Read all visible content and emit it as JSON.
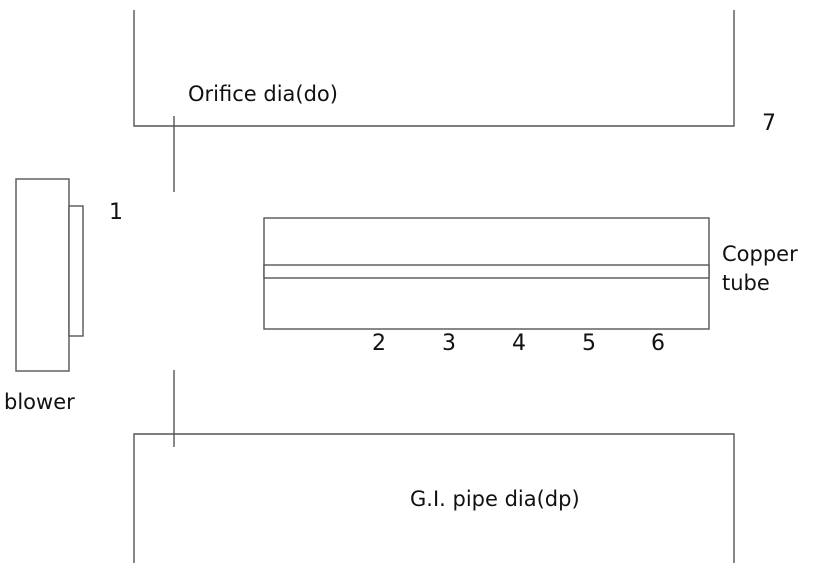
{
  "labels": {
    "orifice": "Orifice dia(do)",
    "pipe": "G.I. pipe dia(dp)",
    "blower": "blower",
    "copper_line1": "Copper",
    "copper_line2": "tube"
  },
  "points": {
    "p1": "1",
    "p2": "2",
    "p3": "3",
    "p4": "4",
    "p5": "5",
    "p6": "6",
    "p7": "7"
  }
}
